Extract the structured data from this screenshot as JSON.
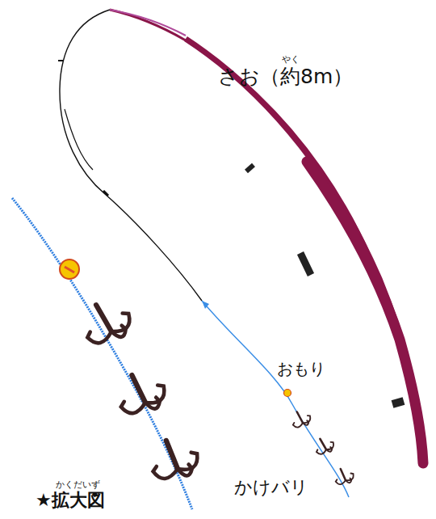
{
  "diagram": {
    "labels": [
      "さお（約8m）",
      "やく",
      "おもり",
      "かけバリ",
      "★拡大図",
      "かくだいず"
    ]
  }
}
